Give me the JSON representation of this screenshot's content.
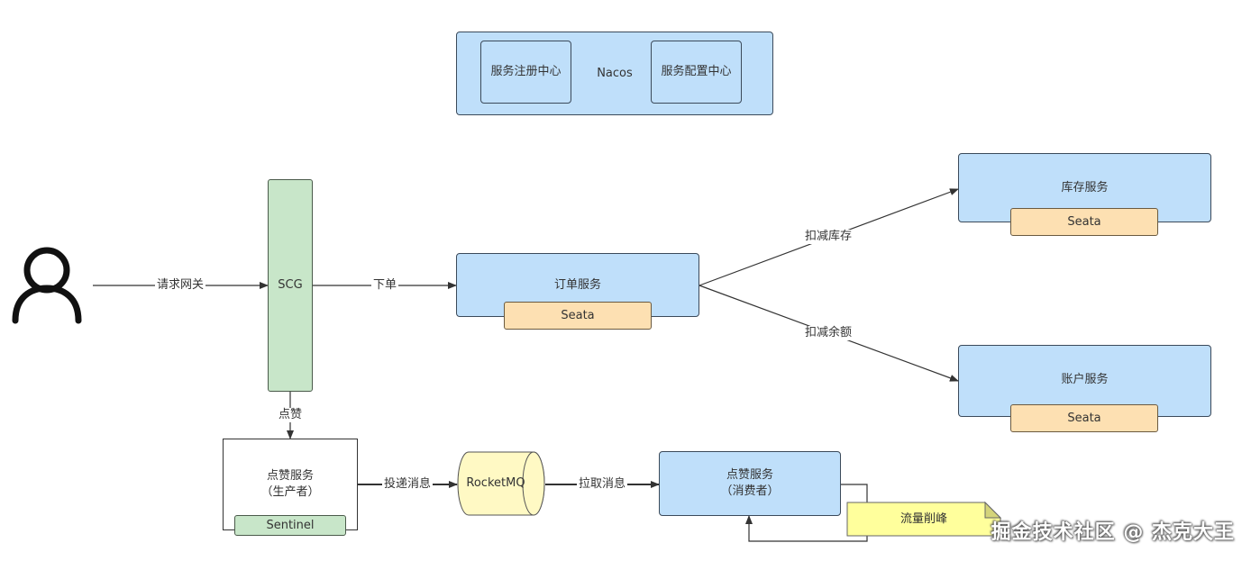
{
  "nacos": {
    "label": "Nacos",
    "registry": "服务注册中心",
    "config": "服务配置中心"
  },
  "gateway": {
    "label": "SCG"
  },
  "order": {
    "label": "订单服务",
    "seata": "Seata"
  },
  "inventory": {
    "label": "库存服务",
    "seata": "Seata"
  },
  "account": {
    "label": "账户服务",
    "seata": "Seata"
  },
  "like_producer": {
    "label": "点赞服务\n（生产者）",
    "sentinel": "Sentinel"
  },
  "mq": {
    "label": "RocketMQ"
  },
  "like_consumer": {
    "label": "点赞服务\n（消费者）"
  },
  "note": {
    "label": "流量削峰"
  },
  "edges": {
    "request_gateway": "请求网关",
    "place_order": "下单",
    "deduct_inventory": "扣减库存",
    "deduct_balance": "扣减余额",
    "like": "点赞",
    "deliver_message": "投递消息",
    "pull_message": "拉取消息"
  },
  "watermark": "掘金技术社区 @ 杰克大王"
}
